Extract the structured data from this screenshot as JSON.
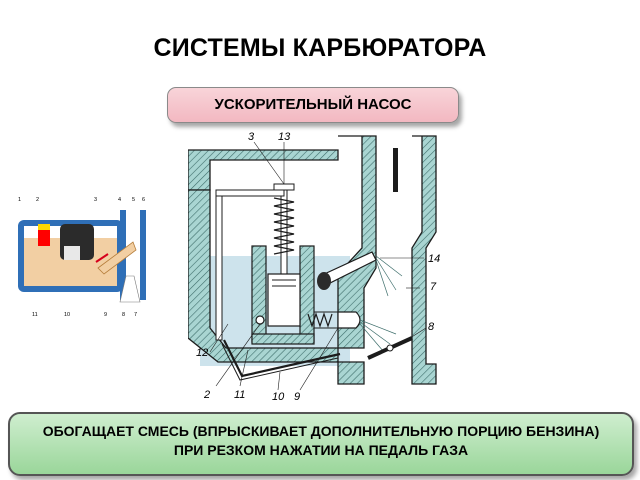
{
  "title": "СИСТЕМЫ КАРБЮРАТОРА",
  "subtitle": "УСКОРИТЕЛЬНЫЙ НАСОС",
  "banner": {
    "line1": "ОБОГАЩАЕТ СМЕСЬ (ВПРЫСКИВАЕТ ДОПОЛНИТЕЛЬНУЮ ПОРЦИЮ БЕНЗИНА)",
    "line2": "ПРИ РЕЗКОМ НАЖАТИИ НА ПЕДАЛЬ ГАЗА"
  },
  "main_labels": {
    "l3": "3",
    "l13": "13",
    "l14": "14",
    "l7": "7",
    "l8": "8",
    "l12": "12",
    "l2": "2",
    "l11": "11",
    "l10": "10",
    "l9": "9"
  },
  "small_labels": {
    "t1": "1",
    "t2": "2",
    "t3": "3",
    "t4": "4",
    "t5": "5",
    "t6": "6",
    "b11": "11",
    "b10": "10",
    "b9": "9",
    "b8": "8",
    "b7": "7"
  },
  "colors": {
    "wall": "#a9d5d2",
    "fuel": "#cde3ec",
    "pill": "#f3b8c1",
    "banner": "#9ad69a",
    "schematic_blue": "#2f6fb7",
    "schematic_fuel": "#f2cfa3"
  }
}
